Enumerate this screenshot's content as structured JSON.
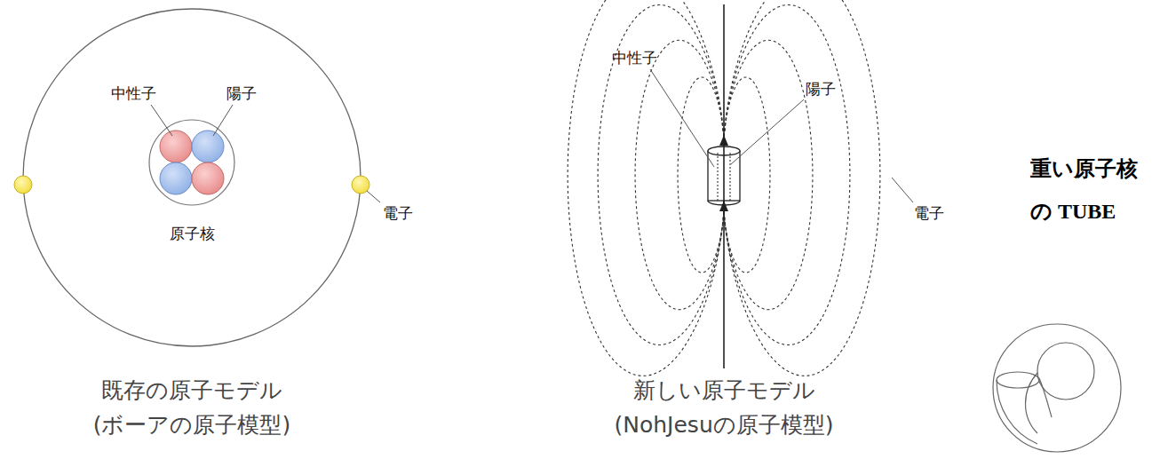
{
  "diagram": {
    "labels": [
      "中性子",
      "陽子",
      "原子核",
      "電子",
      "既存の原子モデル",
      "(ボーアの原子模型)",
      "中性子",
      "陽子",
      "電子",
      "新しい原子モデル",
      "(NohJesuの原子模型)",
      "重い原子核 の TUBE"
    ]
  }
}
